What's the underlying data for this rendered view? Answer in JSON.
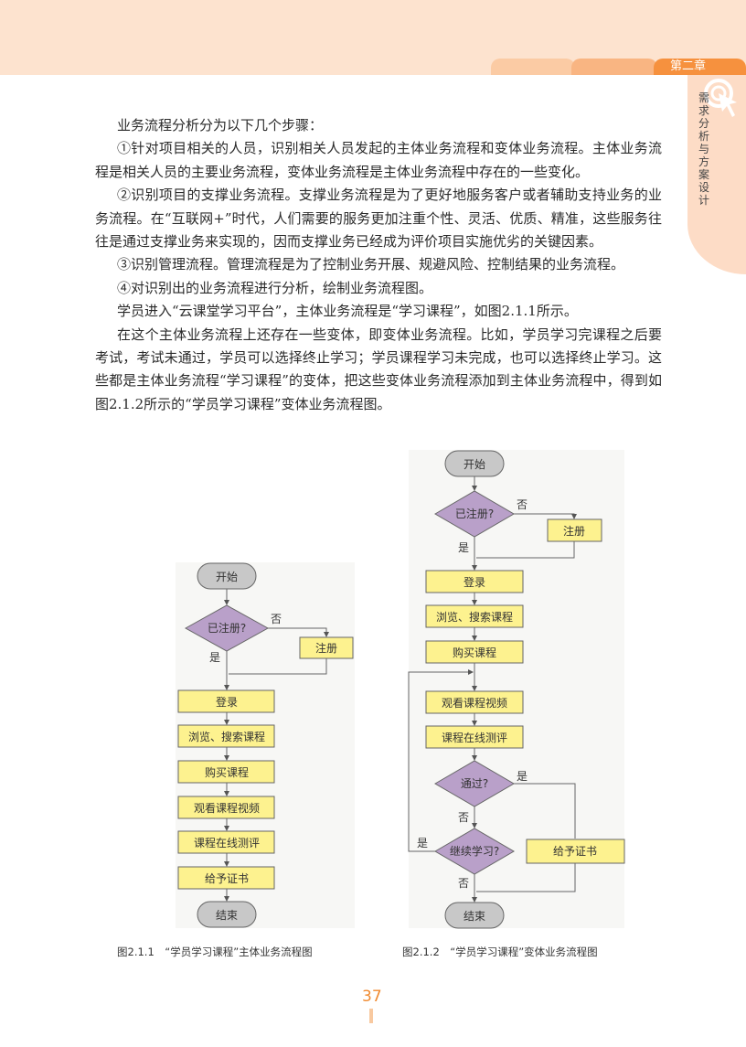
{
  "header": {
    "chapter": "第二章",
    "section_title": "需求分析与方案设计"
  },
  "body": {
    "paragraphs": [
      "业务流程分析分为以下几个步骤：",
      "①针对项目相关的人员，识别相关人员发起的主体业务流程和变体业务流程。主体业务流程是相关人员的主要业务流程，变体业务流程是主体业务流程中存在的一些变化。",
      "②识别项目的支撑业务流程。支撑业务流程是为了更好地服务客户或者辅助支持业务的业务流程。在“互联网+”时代，人们需要的服务更加注重个性、灵活、优质、精准，这些服务往往是通过支撑业务来实现的，因而支撑业务已经成为评价项目实施优劣的关键因素。",
      "③识别管理流程。管理流程是为了控制业务开展、规避风险、控制结果的业务流程。",
      "④对识别出的业务流程进行分析，绘制业务流程图。",
      "学员进入“云课堂学习平台”，主体业务流程是“学习课程”，如图2.1.1所示。",
      "在这个主体业务流程上还存在一些变体，即变体业务流程。比如，学员学习完课程之后要考试，考试未通过，学员可以选择终止学习；学员课程学习未完成，也可以选择终止学习。这些都是主体业务流程“学习课程”的变体，把这些变体业务流程添加到主体业务流程中，得到如图2.1.2所示的“学员学习课程”变体业务流程图。"
    ]
  },
  "figure1": {
    "caption": "图2.1.1　“学员学习课程”主体业务流程图",
    "start": "开始",
    "decision": "已注册?",
    "no": "否",
    "yes": "是",
    "register": "注册",
    "steps": [
      "登录",
      "浏览、搜索课程",
      "购买课程",
      "观看课程视频",
      "课程在线测评",
      "给予证书"
    ],
    "end": "结束"
  },
  "figure2": {
    "caption": "图2.1.2　“学员学习课程”变体业务流程图",
    "start": "开始",
    "decision": "已注册?",
    "no": "否",
    "yes": "是",
    "register": "注册",
    "steps": [
      "登录",
      "浏览、搜索课程",
      "购买课程",
      "观看课程视频",
      "课程在线测评"
    ],
    "pass_decision": "通过?",
    "pass_yes": "是",
    "pass_no": "否",
    "continue_decision": "继续学习?",
    "continue_yes": "是",
    "continue_no": "否",
    "certificate": "给予证书",
    "end": "结束"
  },
  "footer": {
    "page_number": "37"
  },
  "colors": {
    "accent": "#f6913e",
    "box_fill": "#fdf28f",
    "diamond_fill": "#b9a0c9",
    "terminal_fill": "#c8c8c8"
  }
}
